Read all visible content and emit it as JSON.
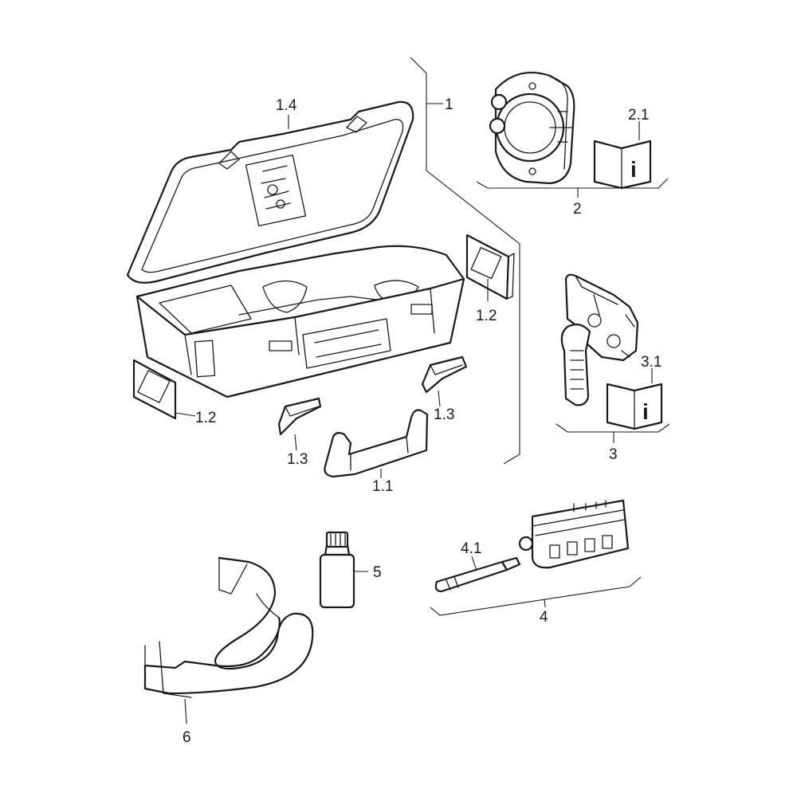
{
  "labels": {
    "l1": "1",
    "l1_1": "1.1",
    "l1_2a": "1.2",
    "l1_2b": "1.2",
    "l1_3a": "1.3",
    "l1_3b": "1.3",
    "l1_4": "1.4",
    "l2": "2",
    "l2_1": "2.1",
    "l3": "3",
    "l3_1": "3.1",
    "l4": "4",
    "l4_1": "4.1",
    "l5": "5",
    "l6": "6"
  },
  "info_glyph": "i",
  "colors": {
    "line": "#1a1a1a",
    "background": "#ffffff"
  }
}
